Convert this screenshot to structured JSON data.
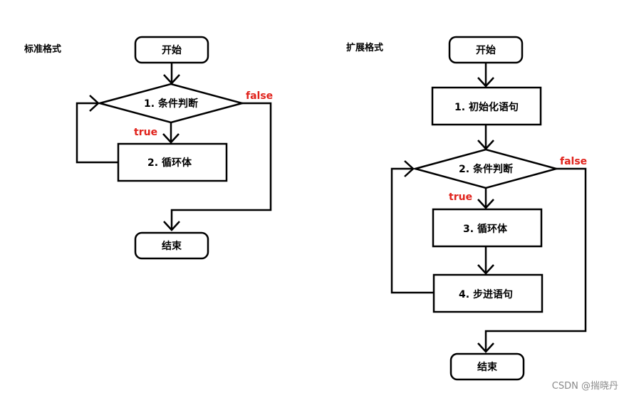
{
  "standard": {
    "title": "标准格式",
    "start": "开始",
    "condition": "1. 条件判断",
    "body": "2. 循环体",
    "end": "结束",
    "true_label": "true",
    "false_label": "false"
  },
  "extended": {
    "title": "扩展格式",
    "start": "开始",
    "init": "1. 初始化语句",
    "condition": "2. 条件判断",
    "body": "3. 循环体",
    "step": "4. 步进语句",
    "end": "结束",
    "true_label": "true",
    "false_label": "false"
  },
  "watermark": "CSDN @揣晓丹"
}
